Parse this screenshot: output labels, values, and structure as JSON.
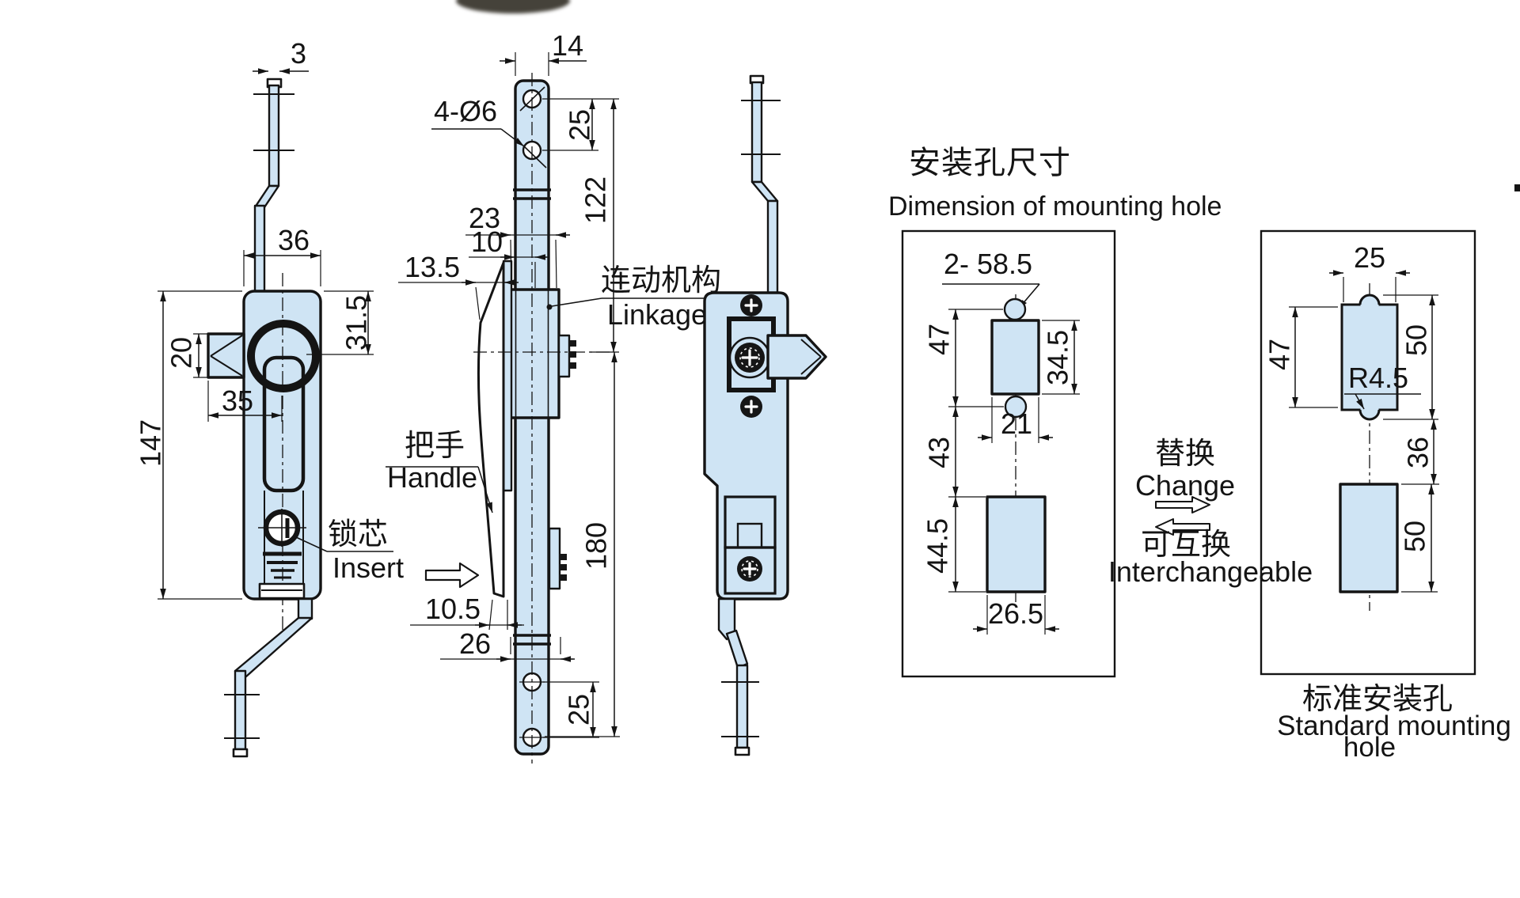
{
  "colors": {
    "part_fill": "#cfe4f4",
    "line": "#141414",
    "background": "#ffffff"
  },
  "front_view": {
    "dims": {
      "rod_width": "3",
      "body_width": "36",
      "top_offset": "31.5",
      "latch_height": "20",
      "latch_width": "35",
      "body_height": "147"
    },
    "labels": {
      "insert_cn": "锁芯",
      "insert_en": "Insert"
    }
  },
  "side_view": {
    "dims": {
      "bracket_width": "14",
      "hole_pitch_top": "25",
      "rod_length": "122",
      "holes": "4-Ø6",
      "plate_depth": "23",
      "bar_depth": "10",
      "handle_depth": "13.5",
      "lower_offset": "10.5",
      "lower_depth": "26",
      "body_length": "180",
      "hole_pitch_bottom": "25"
    },
    "labels": {
      "linkage_cn": "连动机构",
      "linkage_en": "Linkage",
      "handle_cn": "把手",
      "handle_en": "Handle"
    }
  },
  "mounting_section": {
    "title_cn": "安装孔尺寸",
    "title_en": "Dimension of mounting hole",
    "panel1": {
      "holes_label": "2- 58.5",
      "dims": {
        "top_pitch": "47",
        "slot_height": "34.5",
        "slot_width": "21",
        "mid_gap": "43",
        "lower_height": "44.5",
        "lower_width": "26.5"
      }
    },
    "exchange": {
      "change_cn": "替换",
      "change_en": "Change",
      "interchangeable_cn": "可互换",
      "interchangeable_en": "Interchangeable"
    },
    "panel2": {
      "dims": {
        "slot_width": "25",
        "left_height": "47",
        "upper_height": "50",
        "radius": "R4.5",
        "gap": "36",
        "lower_height": "50"
      },
      "caption_cn": "标准安装孔",
      "caption_en_1": "Standard mounting",
      "caption_en_2": "hole"
    }
  }
}
